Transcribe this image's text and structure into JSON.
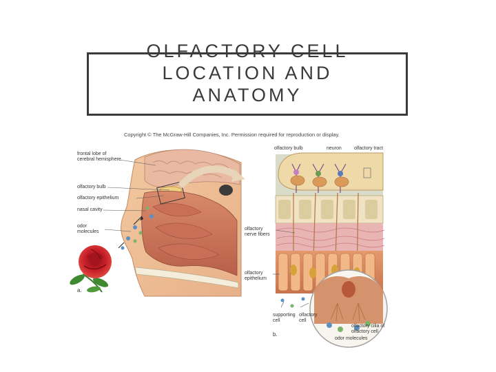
{
  "slide": {
    "title_lines": [
      "OLFACTORY CELL",
      "LOCATION AND",
      "ANATOMY"
    ]
  },
  "figure": {
    "copyright": "Copyright © The McGraw-Hill Companies, Inc. Permission required for reproduction or display.",
    "panel_a": {
      "letter": "a.",
      "labels": {
        "frontal_lobe_1": "frontal lobe of",
        "frontal_lobe_2": "cerebral hemisphere",
        "olfactory_bulb": "olfactory bulb",
        "olfactory_epithelium": "olfactory epithelium",
        "nasal_cavity": "nasal cavity",
        "odor_1": "odor",
        "odor_2": "molecules"
      }
    },
    "panel_b": {
      "letter": "b.",
      "labels": {
        "olfactory_bulb": "olfactory bulb",
        "neuron": "neuron",
        "olfactory_tract": "olfactory tract",
        "nerve_fibers_1": "olfactory",
        "nerve_fibers_2": "nerve fibers",
        "epithelium_1": "olfactory",
        "epithelium_2": "epithelium",
        "supporting_1": "supporting",
        "supporting_2": "cell",
        "olfactory_cell_1": "olfactory",
        "olfactory_cell_2": "cell",
        "cilia_1": "olfactory cilia of",
        "cilia_2": "olfactory cell",
        "odor_molecules": "odor molecules"
      }
    }
  }
}
